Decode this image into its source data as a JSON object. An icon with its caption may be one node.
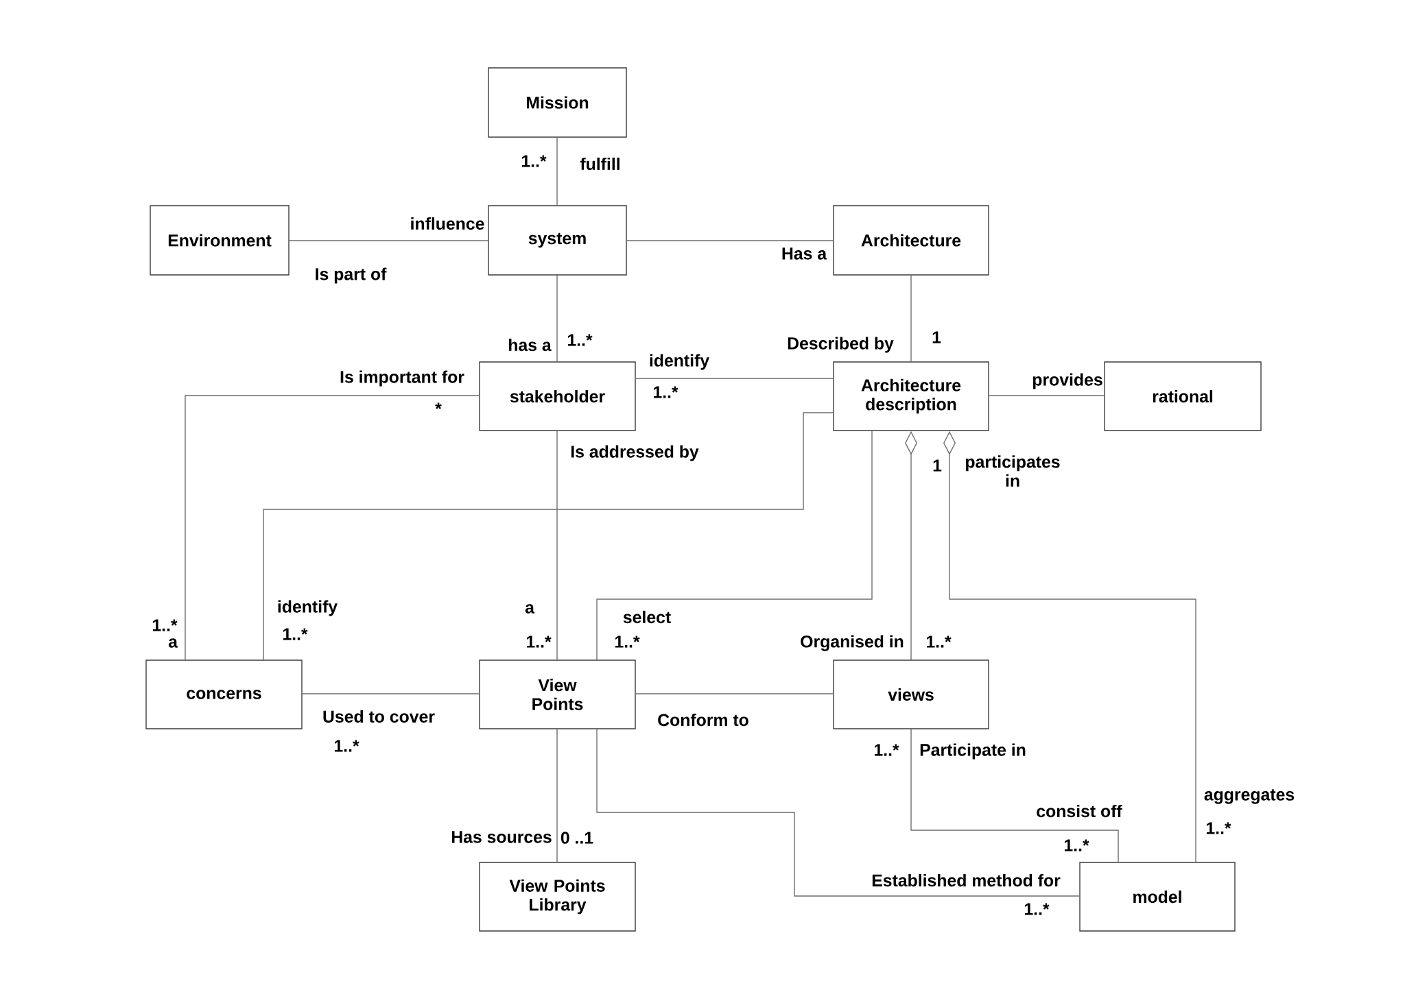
{
  "diagram": {
    "nodes": [
      {
        "text": [
          "Mission"
        ]
      },
      {
        "text": [
          "Environment"
        ]
      },
      {
        "text": [
          "system"
        ]
      },
      {
        "text": [
          "Architecture"
        ]
      },
      {
        "text": [
          "stakeholder"
        ]
      },
      {
        "text": [
          "Architecture description"
        ]
      },
      {
        "text": [
          "rational"
        ]
      },
      {
        "text": [
          "concerns"
        ]
      },
      {
        "text": [
          "View Points"
        ]
      },
      {
        "text": [
          "views"
        ]
      },
      {
        "text": [
          "View Points Library"
        ]
      },
      {
        "text": [
          "model"
        ]
      }
    ],
    "edges": [
      {
        "from": 0,
        "to": 2,
        "arrow": "none",
        "label": "fulfill"
      },
      {
        "from": 1,
        "to": 2,
        "arrow": "none",
        "label": "influence"
      },
      {
        "from": 2,
        "to": 3,
        "arrow": "none",
        "label": "Has a"
      },
      {
        "from": 2,
        "to": 4,
        "arrow": "none",
        "label": "has a"
      },
      {
        "from": 3,
        "to": 5,
        "arrow": "none",
        "label": "Described by"
      },
      {
        "from": 4,
        "to": 5,
        "arrow": "none",
        "label": "identify"
      },
      {
        "from": 5,
        "to": 6,
        "arrow": "none",
        "label": "provides"
      },
      {
        "from": 4,
        "to": 7,
        "arrow": "none",
        "label": "Is important for"
      },
      {
        "from": 5,
        "to": 7,
        "arrow": "none",
        "label": "identify"
      },
      {
        "from": 4,
        "to": 8,
        "arrow": "none",
        "label": "Is addressed by"
      },
      {
        "from": 5,
        "to": 8,
        "arrow": "none",
        "label": "select"
      },
      {
        "from": 5,
        "to": 9,
        "arrow": "other",
        "label": "Organised in"
      },
      {
        "from": 5,
        "to": 11,
        "arrow": "other",
        "label": "participates in"
      },
      {
        "from": 7,
        "to": 8,
        "arrow": "none",
        "label": "Used to cover"
      },
      {
        "from": 8,
        "to": 9,
        "arrow": "none",
        "label": "Conform to"
      },
      {
        "from": 8,
        "to": 10,
        "arrow": "none",
        "label": "Has sources"
      },
      {
        "from": 8,
        "to": 11,
        "arrow": "none",
        "label": "Established method for"
      },
      {
        "from": 9,
        "to": 11,
        "arrow": "none",
        "label": "Participate in"
      }
    ],
    "labels": [
      "1..*",
      "Is part of",
      "1..*",
      "1",
      "1..*",
      "*",
      "1",
      "1..*",
      "a",
      "1..*",
      "a",
      "1..*",
      "1..*",
      "1..*",
      "1..*",
      "1..*",
      "consist off",
      "aggregates",
      "0 ..1",
      "1..*",
      "1..*",
      "1..*"
    ]
  }
}
